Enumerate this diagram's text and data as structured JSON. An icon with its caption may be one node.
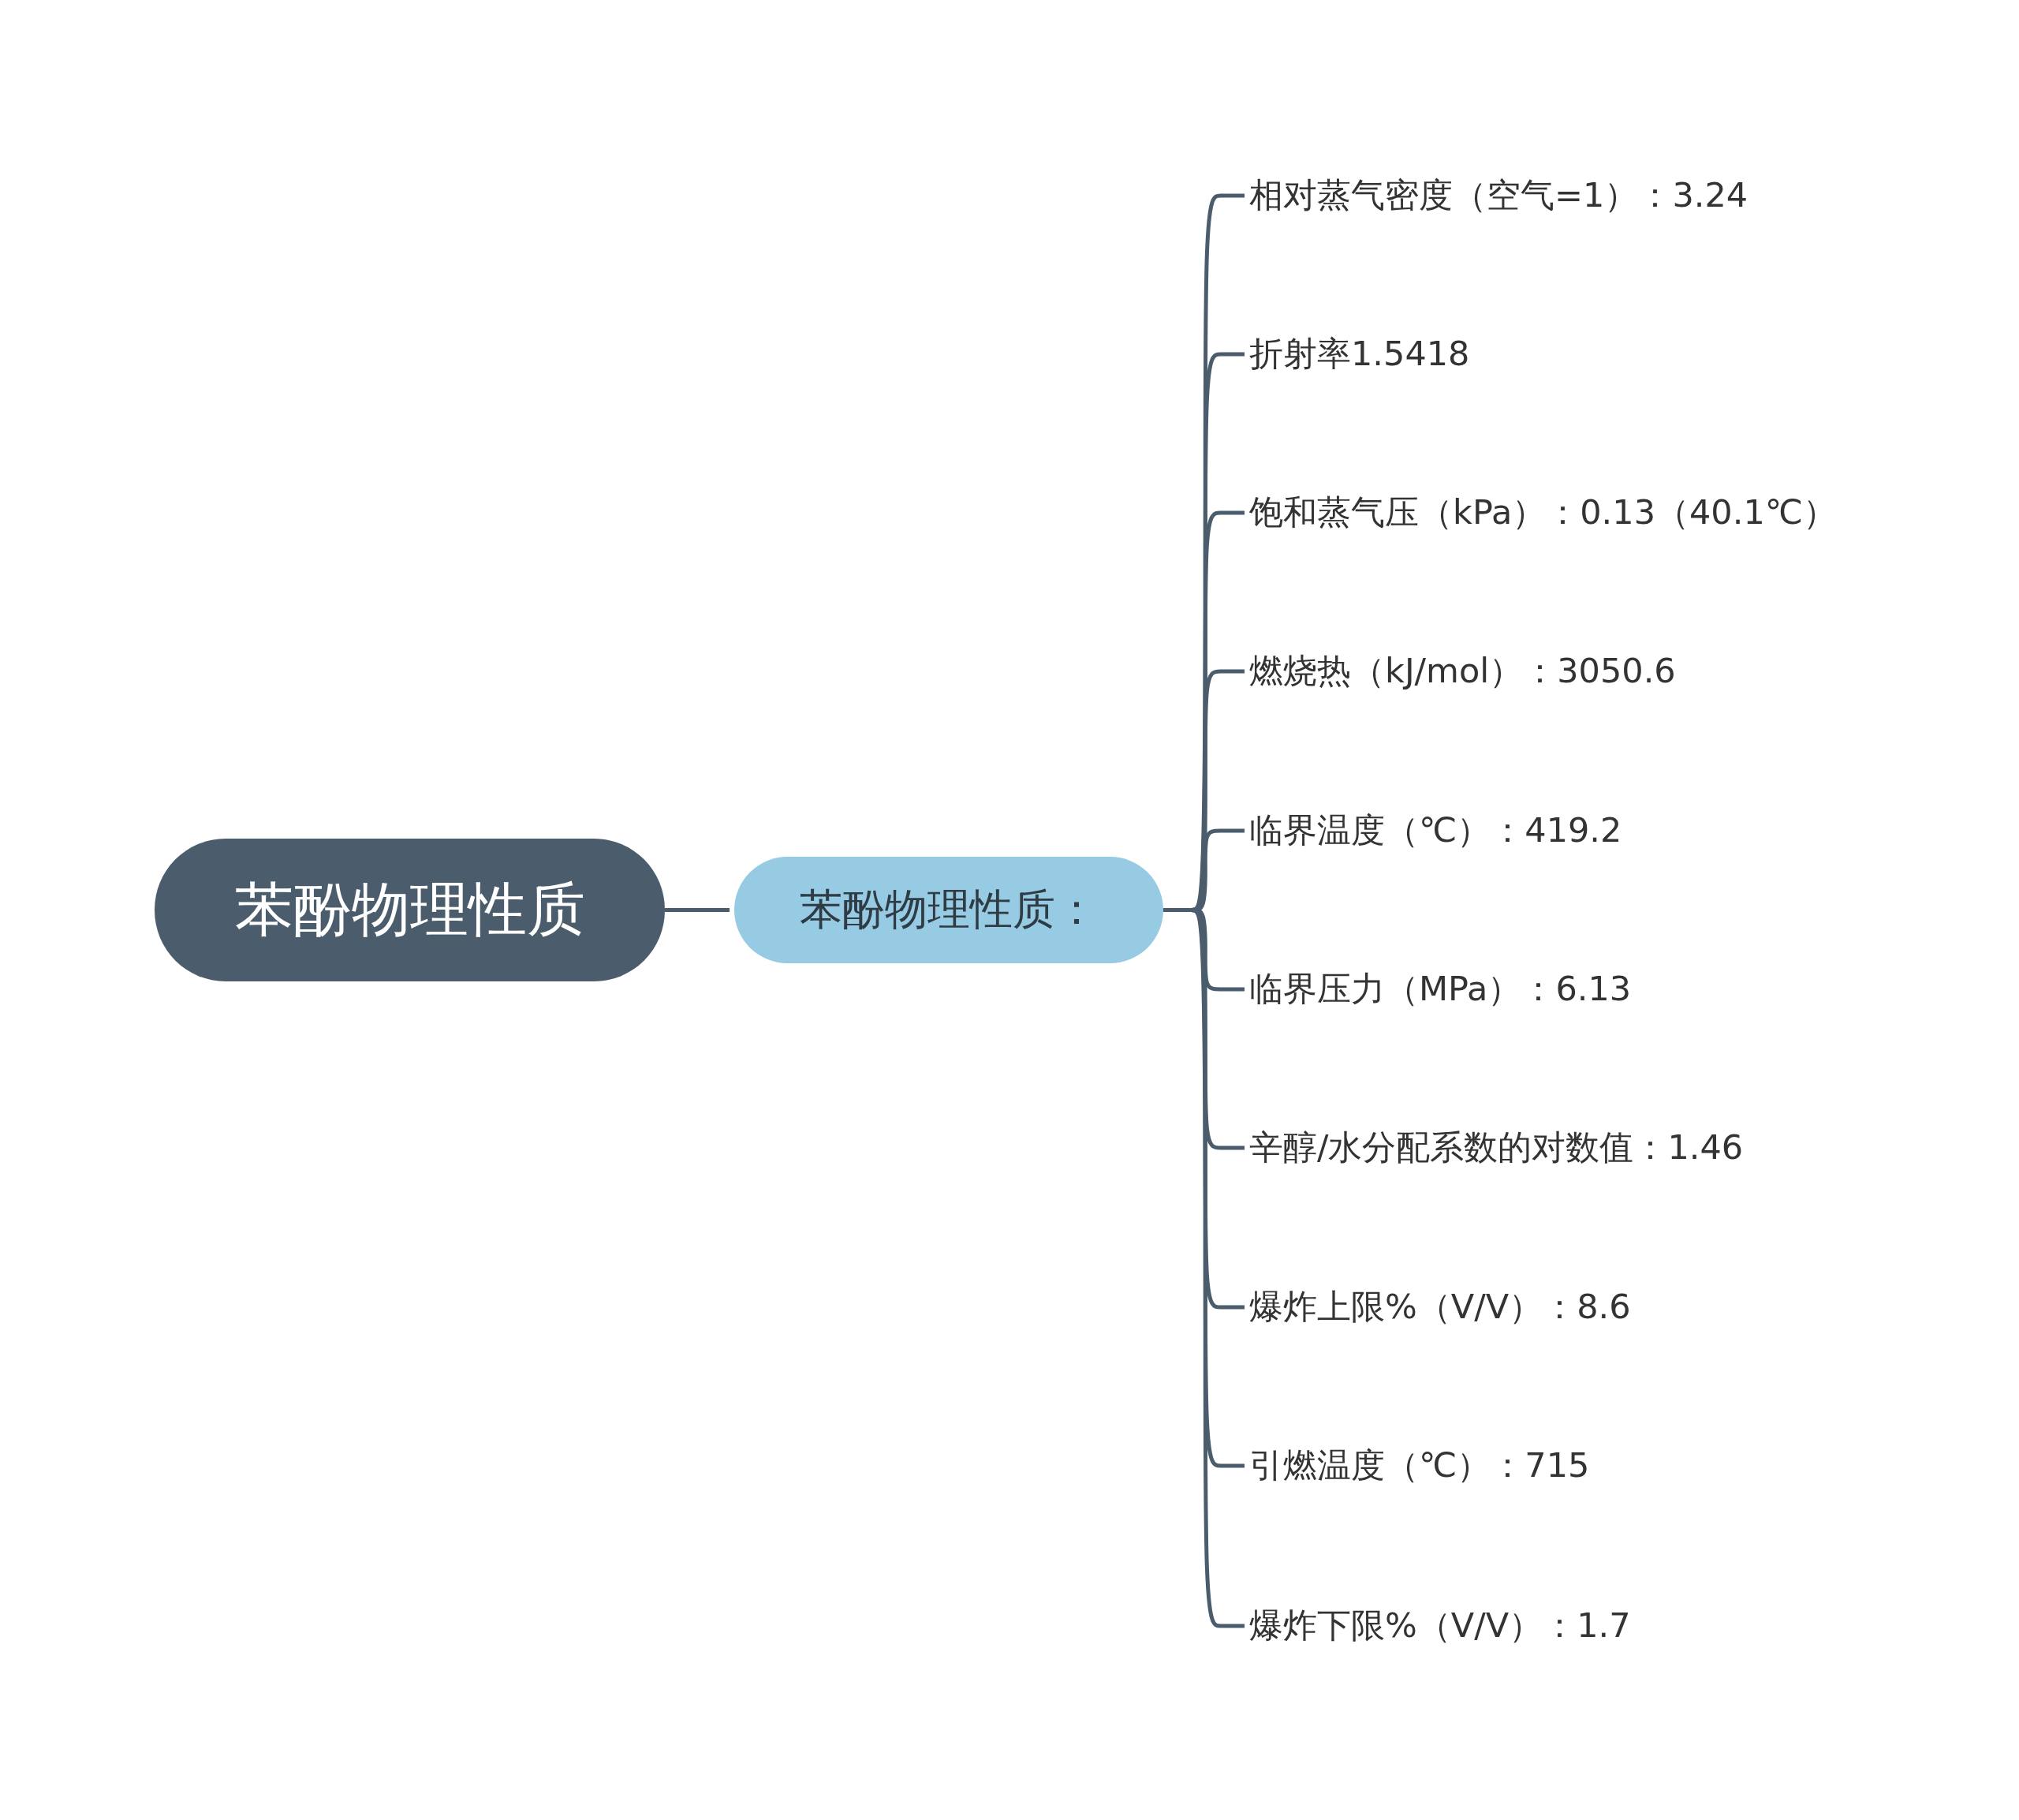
{
  "diagram": {
    "nodes": [
      {
        "text": [
          "苯酚物理性质"
        ]
      },
      {
        "text": [
          "苯酚物理性质："
        ]
      },
      {
        "text": [
          "相对蒸气密度（空气=1）：3.24"
        ]
      },
      {
        "text": [
          "折射率1.5418"
        ]
      },
      {
        "text": [
          "饱和蒸气压（kPa）：0.13（40.1℃）"
        ]
      },
      {
        "text": [
          "燃烧热（kJ/mol）：3050.6"
        ]
      },
      {
        "text": [
          "临界温度（℃）：419.2"
        ]
      },
      {
        "text": [
          "临界压力（MPa）：6.13"
        ]
      },
      {
        "text": [
          "辛醇/水分配系数的对数值：1.46"
        ]
      },
      {
        "text": [
          "爆炸上限%（V/V）：8.6"
        ]
      },
      {
        "text": [
          "引燃温度（℃）：715"
        ]
      },
      {
        "text": [
          "爆炸下限%（V/V）：1.7"
        ]
      }
    ],
    "edges": [
      {
        "from": 0,
        "to": 1,
        "arrow": "none"
      },
      {
        "from": 1,
        "to": 2,
        "arrow": "none"
      },
      {
        "from": 1,
        "to": 3,
        "arrow": "none"
      },
      {
        "from": 1,
        "to": 4,
        "arrow": "none"
      },
      {
        "from": 1,
        "to": 5,
        "arrow": "none"
      },
      {
        "from": 1,
        "to": 6,
        "arrow": "none"
      },
      {
        "from": 1,
        "to": 7,
        "arrow": "none"
      },
      {
        "from": 1,
        "to": 8,
        "arrow": "none"
      },
      {
        "from": 1,
        "to": 9,
        "arrow": "none"
      },
      {
        "from": 1,
        "to": 10,
        "arrow": "none"
      },
      {
        "from": 1,
        "to": 11,
        "arrow": "none"
      }
    ]
  }
}
